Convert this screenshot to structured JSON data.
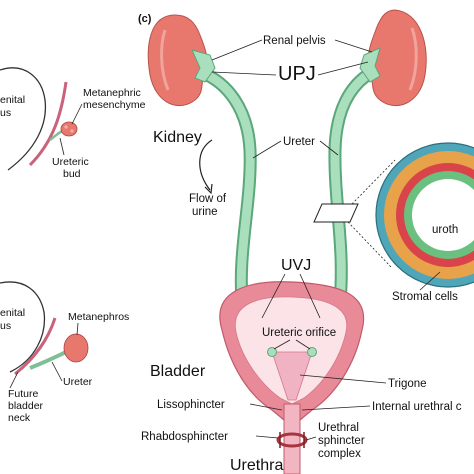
{
  "panel_label": "(c)",
  "left_top": {
    "genital_fragment": "enital",
    "genital_fragment2": "us",
    "metanephric_mesenchyme_l1": "Metanephric",
    "metanephric_mesenchyme_l2": "mesenchyme",
    "ureteric_bud_l1": "Ureteric",
    "ureteric_bud_l2": "bud"
  },
  "left_bottom": {
    "genital_fragment": "enital",
    "genital_fragment2": "us",
    "metanephros": "Metanephros",
    "ureter": "Ureter",
    "future_bladder_neck_l1": "Future",
    "future_bladder_neck_l2": "bladder",
    "future_bladder_neck_l3": "neck"
  },
  "main": {
    "renal_pelvis": "Renal pelvis",
    "upj": "UPJ",
    "kidney": "Kidney",
    "ureter": "Ureter",
    "flow_of_urine_l1": "Flow of",
    "flow_of_urine_l2": "urine",
    "uvj": "UVJ",
    "ureteric_orifice": "Ureteric orifice",
    "bladder": "Bladder",
    "trigone": "Trigone",
    "lissosphincter": "Lissophincter",
    "internal_urethral": "Internal urethral c",
    "rhabdosphincter": "Rhabdosphincter",
    "urethral_sphincter_l1": "Urethral",
    "urethral_sphincter_l2": "sphincter",
    "urethral_sphincter_l3": "complex",
    "urethra": "Urethra"
  },
  "cross_section": {
    "urothelium": "uroth",
    "stromal_cells": "Stromal cells"
  },
  "colors": {
    "kidney": "#e8786e",
    "kidney_dark": "#c9504a",
    "ureter": "#9fd8b4",
    "ureter_dark": "#5aa77a",
    "bladder_wall": "#e88a98",
    "bladder_inner": "#f7c4cf",
    "trigone": "#e9a6b8",
    "stroma_orange": "#e8a24a",
    "stroma_red": "#d9434a",
    "stroma_green": "#6bbf7f",
    "stroma_teal": "#4fa6b8"
  }
}
